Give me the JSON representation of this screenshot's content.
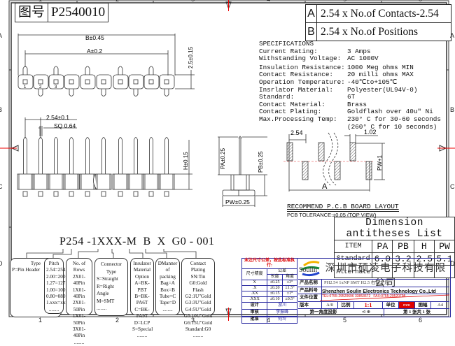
{
  "drawing_number": {
    "label": "图号",
    "value": "P2540010"
  },
  "formulas": [
    {
      "key": "A",
      "text": "2.54 x No.of Contacts-2.54"
    },
    {
      "key": "B",
      "text": "2.54 x No.of Positions"
    }
  ],
  "specifications": {
    "title": "SPECIFICATIONS",
    "rows": [
      {
        "label": "Current Rating:",
        "value": "3 Amps"
      },
      {
        "label": "Withstanding Voltage:",
        "value": "AC  1000V"
      },
      {
        "label": "Insulation Resistance:",
        "value": "1000 Meg ohms MIN"
      },
      {
        "label": "Contact Resistance:",
        "value": "20 milli ohms MAX"
      },
      {
        "label": "Operation Temperature:",
        "value": "-40℃to+105℃"
      },
      {
        "label": "Insrlator Material:",
        "value": "Polyester(UL94V-0)"
      },
      {
        "label": "Standard:",
        "value": "6T"
      },
      {
        "label": "Contact Material:",
        "value": "        Brass"
      },
      {
        "label": "Contact Plating:",
        "value": "Goldflash over 40u\" Ni"
      },
      {
        "label": "Max.Processing Temp:",
        "value": "230° C for 30-60 seconds"
      },
      {
        "label": "",
        "value": "(260° C for  10 seconds)"
      }
    ]
  },
  "dimensions": {
    "top_view": {
      "b": "B±0.45",
      "a": "A±0.2",
      "height": "2.5±0.15",
      "pin_numbers": [
        "1",
        "2",
        "3"
      ]
    },
    "front_view": {
      "pitch": "2.54±0.1",
      "square": "SQ 0.64",
      "h": "H±0.15"
    },
    "side_view": {
      "pa": "PA±0.25",
      "pb": "PB±0.25",
      "pw": "PW±0.25"
    },
    "pcb": {
      "pitch": "2.54",
      "pad": "1.02",
      "pw1": "PW+1",
      "a": "A",
      "caption": "RECOMMEND P.C.B BOARD LAYOUT",
      "tolerance": "PCB TOLERANCE:±0.05 (TOP VIEW)"
    }
  },
  "dimension_list": {
    "title": "Dimension antitheses List",
    "headers": [
      "ITEM",
      "PA",
      "PB",
      "H",
      "PW"
    ],
    "rows": [
      {
        "label": "Standard",
        "values": [
          "6.0",
          "3.2",
          "2.5",
          "5.1"
        ]
      },
      {
        "label": "Alternate",
        "values": [
          "",
          "",
          "",
          ""
        ]
      }
    ]
  },
  "part_number": {
    "text": "P254 -1XXX-M  B  X  G0 - 001",
    "boxes": [
      {
        "title": "Type",
        "lines": [
          "P=Pin Header"
        ]
      },
      {
        "title": "Pitch",
        "lines": [
          "2.54=254",
          "2.00=200",
          "1.27=127",
          "1.00=100",
          "0.80=080",
          "1.xxx=xxx",
          "........"
        ]
      },
      {
        "title": "No. of Rows",
        "lines": [
          "2X01-40Pin",
          "1X01-40Pin",
          "2X01-50Pin",
          "1X01-50Pin",
          "3X01-40Pin",
          "........"
        ]
      },
      {
        "title": "Connector Type",
        "lines": [
          "S=Straight",
          "R=Right Angle",
          "M=SMT",
          "........"
        ]
      },
      {
        "title": "Insulator Material Option",
        "lines": [
          "A=BK-PBT",
          "B=BK-PA6T",
          "C=BK-PA9T",
          "D=LCP",
          "S=Special",
          "........"
        ]
      },
      {
        "title": "DManner of packing",
        "lines": [
          "Bag=A",
          "Box=B",
          "Tube=C",
          "Tape=D",
          "........"
        ]
      },
      {
        "title": "Contact Plating",
        "lines": [
          "SN:Tin",
          "G0:Gold Flash",
          "G2:1U\"Gold",
          "G3:3U\"Gold",
          "G4:5U\"Gold",
          "G5:10U\"Gold",
          "G6:15U\"Gold",
          "Standard:G0",
          "........"
        ]
      }
    ]
  },
  "title_block": {
    "warning": "未注尺寸公差，按此标准执行:",
    "tol_header": "公差",
    "tol_col1": "尺寸精度",
    "tol_cols": [
      "长度",
      "角度"
    ],
    "tol_rows": [
      {
        "k": "X",
        "v1": "±0.25",
        "v2": "±3°"
      },
      {
        "k": ".X",
        "v1": "±0.20",
        "v2": "±1.5°"
      },
      {
        "k": ".XX",
        "v1": "±0.15",
        "v2": "±1°"
      },
      {
        "k": ".XXX",
        "v1": "±0.10",
        "v2": "±0.5°"
      }
    ],
    "signoffs": [
      {
        "role": "设计",
        "name": "游川"
      },
      {
        "role": "审核",
        "name": "李振峰"
      },
      {
        "role": "批准",
        "name": "何玲"
      }
    ],
    "logo_text": "Soulin",
    "company_cn": "深圳市硕凌电子科技有限公司",
    "company_en": "Shenzhen Soulin Electronics Technology Co.,Ltd",
    "tel": "TEL:0755-29520696 33853672",
    "fax": "FAX:0755-29520798",
    "product_name_label": "产品名称",
    "product_name": "PH2.54 1xNP SMT H2.5 右前左后",
    "part_no_label": "产品料号",
    "file_label": "文件位置",
    "version_label": "版本",
    "version": "A/0",
    "scale_label": "比例",
    "scale": "1:1",
    "unit_label": "单位",
    "unit": "mm",
    "sheet_label": "图幅",
    "sheet_size": "A4",
    "projection_label": "第一角度投影",
    "page": "第 1 张共 1 张"
  },
  "border": {
    "columns": [
      "1",
      "2",
      "3",
      "4",
      "5",
      "6"
    ],
    "rows": [
      "A",
      "B",
      "C",
      "D"
    ]
  }
}
